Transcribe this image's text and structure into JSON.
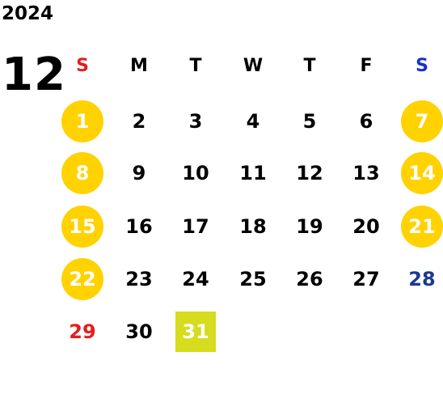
{
  "calendar": {
    "year": "2024",
    "month": "12",
    "weekdays": [
      {
        "label": "S",
        "color": "#e41e1e"
      },
      {
        "label": "M",
        "color": "#000000"
      },
      {
        "label": "T",
        "color": "#000000"
      },
      {
        "label": "W",
        "color": "#000000"
      },
      {
        "label": "T",
        "color": "#000000"
      },
      {
        "label": "F",
        "color": "#000000"
      },
      {
        "label": "S",
        "color": "#1a2fd0"
      }
    ],
    "weeks": [
      [
        {
          "label": "1",
          "style": "holiday"
        },
        {
          "label": "2",
          "style": "normal"
        },
        {
          "label": "3",
          "style": "normal"
        },
        {
          "label": "4",
          "style": "normal"
        },
        {
          "label": "5",
          "style": "normal"
        },
        {
          "label": "6",
          "style": "normal"
        },
        {
          "label": "7",
          "style": "holiday"
        }
      ],
      [
        {
          "label": "8",
          "style": "holiday"
        },
        {
          "label": "9",
          "style": "normal"
        },
        {
          "label": "10",
          "style": "normal"
        },
        {
          "label": "11",
          "style": "normal"
        },
        {
          "label": "12",
          "style": "normal"
        },
        {
          "label": "13",
          "style": "normal"
        },
        {
          "label": "14",
          "style": "holiday"
        }
      ],
      [
        {
          "label": "15",
          "style": "holiday"
        },
        {
          "label": "16",
          "style": "normal"
        },
        {
          "label": "17",
          "style": "normal"
        },
        {
          "label": "18",
          "style": "normal"
        },
        {
          "label": "19",
          "style": "normal"
        },
        {
          "label": "20",
          "style": "normal"
        },
        {
          "label": "21",
          "style": "holiday"
        }
      ],
      [
        {
          "label": "22",
          "style": "holiday"
        },
        {
          "label": "23",
          "style": "normal"
        },
        {
          "label": "24",
          "style": "normal"
        },
        {
          "label": "25",
          "style": "normal"
        },
        {
          "label": "26",
          "style": "normal"
        },
        {
          "label": "27",
          "style": "normal"
        },
        {
          "label": "28",
          "style": "saturday"
        }
      ],
      [
        {
          "label": "29",
          "style": "sunday"
        },
        {
          "label": "30",
          "style": "normal"
        },
        {
          "label": "31",
          "style": "special"
        },
        null,
        null,
        null,
        null
      ]
    ]
  },
  "colors": {
    "holiday_fill": "#ffd200",
    "special_fill": "#d6dc1e",
    "sunday_text": "#e41e1e",
    "saturday_text": "#1a3a8f",
    "normal_text": "#000000",
    "highlight_text": "#ffffff"
  }
}
